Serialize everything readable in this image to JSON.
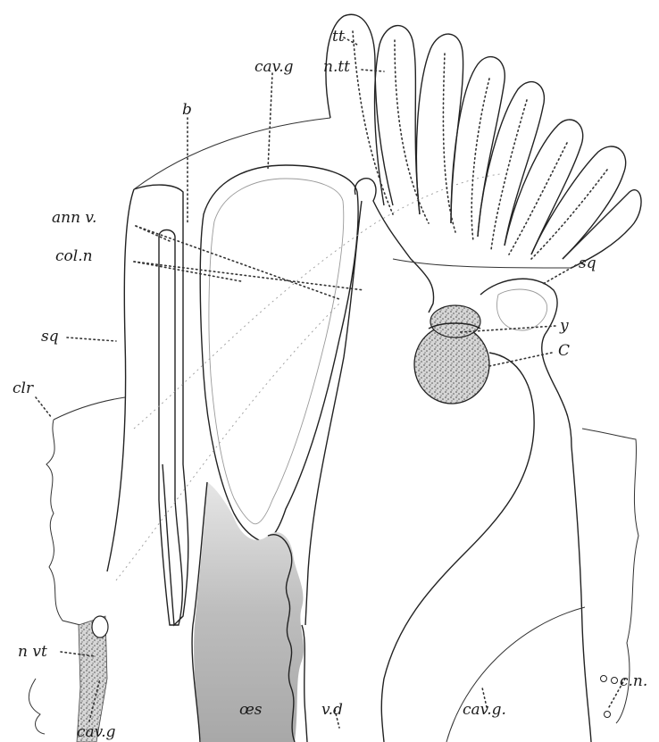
{
  "labels": {
    "tt": "tt",
    "ntt": "n.tt",
    "cavg_top": "cav.g",
    "b": "b",
    "annv": "ann v.",
    "coln": "col.n",
    "sq_left": "sq",
    "sq_right": "sq",
    "y": "y",
    "C": "C",
    "clr": "clr",
    "nvt": "n vt",
    "cavg_bottom_left": "cav.g",
    "oes": "œs",
    "vd": "v.d",
    "cavg_bottom_right": "cav.g.",
    "cn": "c.n."
  },
  "colors": {
    "ink": "#222222",
    "oesophagus_fill": "#c8c8c8",
    "stipple": "#777777"
  }
}
